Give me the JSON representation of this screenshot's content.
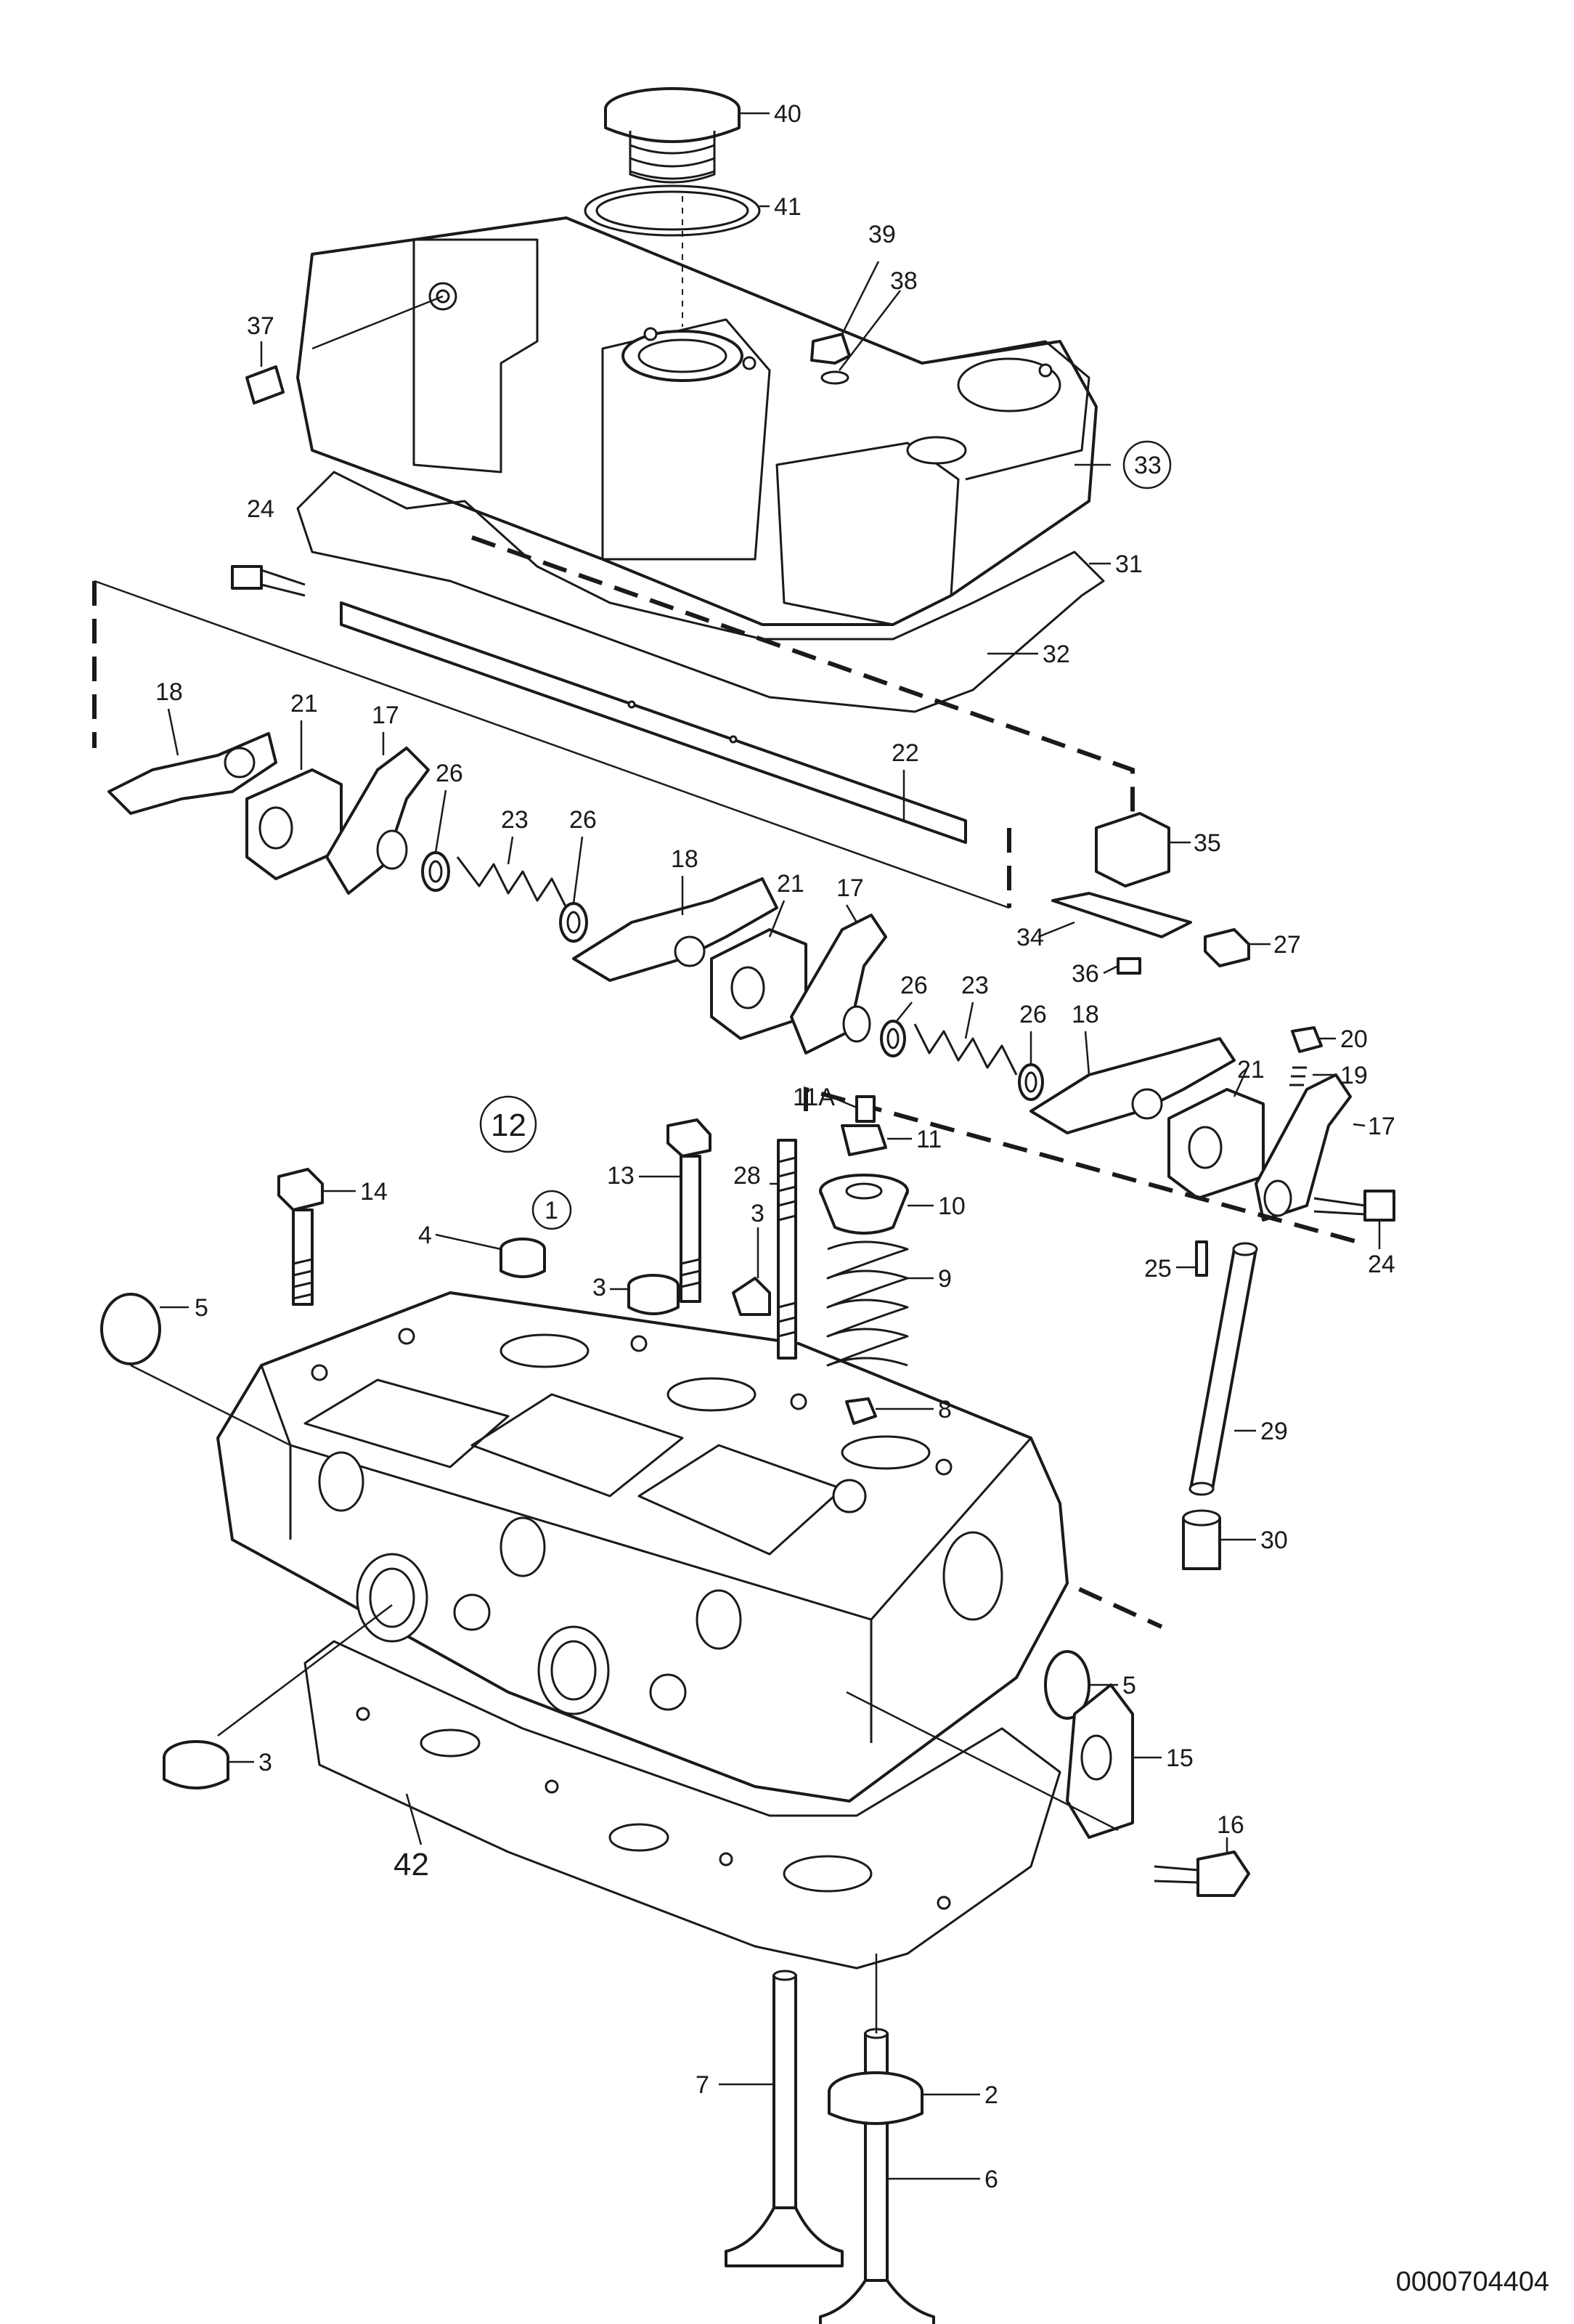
{
  "drawing_code": "0000704404",
  "part_labels": {
    "p40": "40",
    "p41": "41",
    "p39": "39",
    "p38": "38",
    "p37": "37",
    "p33": "33",
    "p31": "31",
    "p32": "32",
    "p24a": "24",
    "p18a": "18",
    "p21a": "21",
    "p17a": "17",
    "p26a": "26",
    "p23a": "23",
    "p26b": "26",
    "p22": "22",
    "p35": "35",
    "p34": "34",
    "p36": "36",
    "p27": "27",
    "p18b": "18",
    "p21b": "21",
    "p17b": "17",
    "p26c": "26",
    "p23b": "23",
    "p26d": "26",
    "p18c": "18",
    "p20": "20",
    "p19": "19",
    "p21c": "21",
    "p17c": "17",
    "p24b": "24",
    "p25": "25",
    "p12": "12",
    "p11A": "11A",
    "p11": "11",
    "p28": "28",
    "p13": "13",
    "p1": "1",
    "p14": "14",
    "p4": "4",
    "p3a": "3",
    "p3b": "3",
    "p10": "10",
    "p9": "9",
    "p8": "8",
    "p5a": "5",
    "p29": "29",
    "p30": "30",
    "p5b": "5",
    "p15": "15",
    "p16": "16",
    "p3c": "3",
    "p42": "42",
    "p7": "7",
    "p2": "2",
    "p6": "6"
  }
}
